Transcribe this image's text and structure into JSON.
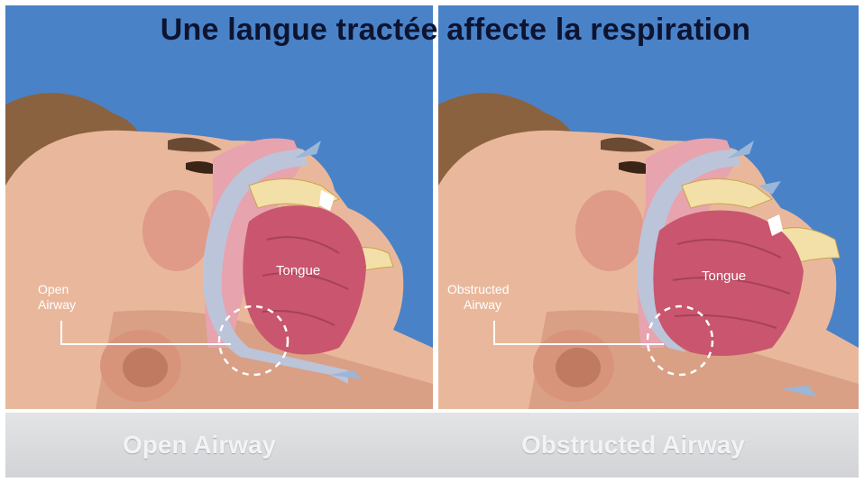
{
  "title": "Une langue tractée affecte la respiration",
  "left_panel": {
    "callout_line1": "Open",
    "callout_line2": "Airway",
    "tongue": "Tongue",
    "caption": "Open Airway"
  },
  "right_panel": {
    "callout_line1": "Obstructed",
    "callout_line2": "Airway",
    "tongue": "Tongue",
    "caption": "Obstructed Airway"
  },
  "colors": {
    "sky": "#4a82c8",
    "skin": "#e9b89c",
    "hair": "#8a6240",
    "tongue": "#c9566e",
    "airway": "#b9c6dc",
    "title_text": "#0d1430"
  }
}
